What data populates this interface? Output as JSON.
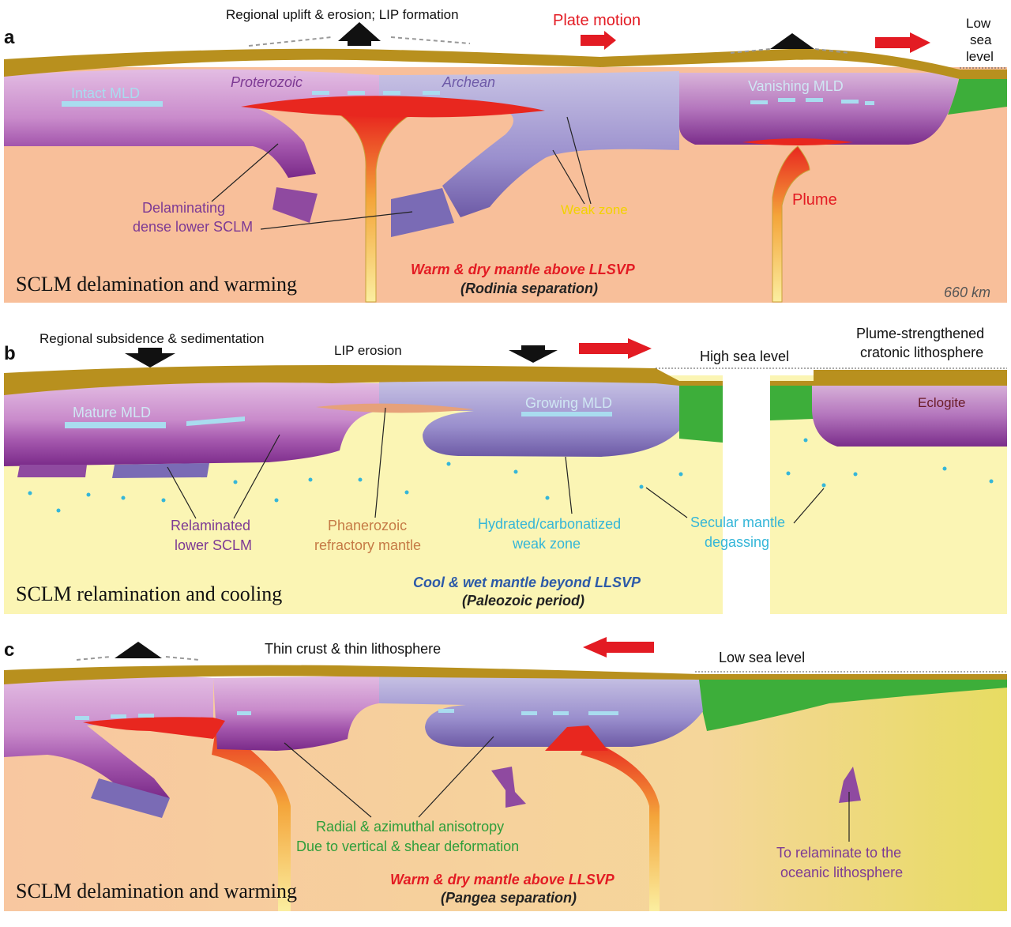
{
  "panel_a": {
    "letter": "a",
    "uplift_label": "Regional uplift & erosion; LIP formation",
    "plate_motion": "Plate motion",
    "low_sea_1": "Low",
    "low_sea_2": "sea",
    "low_sea_3": "level",
    "intact_mld": "Intact MLD",
    "proterozoic": "Proterozoic",
    "archean": "Archean",
    "vanishing_mld": "Vanishing MLD",
    "delaminating_1": "Delaminating",
    "delaminating_2": "dense lower SCLM",
    "weak_zone": "Weak zone",
    "plume": "Plume",
    "caption": "SCLM delamination and warming",
    "mantle_1": "Warm & dry mantle above LLSVP",
    "mantle_2": "(Rodinia separation)",
    "depth": "660 km"
  },
  "panel_b": {
    "letter": "b",
    "subsidence": "Regional  subsidence & sedimentation",
    "lip_erosion": "LIP erosion",
    "high_sea": "High sea level",
    "plume_strength_1": "Plume-strengthened",
    "plume_strength_2": "cratonic lithosphere",
    "mature_mld": "Mature MLD",
    "growing_mld": "Growing MLD",
    "eclogite": "Eclogite",
    "relaminated_1": "Relaminated",
    "relaminated_2": "lower SCLM",
    "phanerozoic_1": "Phanerozoic",
    "phanerozoic_2": "refractory mantle",
    "hydrated_1": "Hydrated/carbonatized",
    "hydrated_2": "weak zone",
    "secular_1": "Secular mantle",
    "secular_2": "degassing",
    "caption": "SCLM relamination and cooling",
    "mantle_1": "Cool & wet mantle beyond LLSVP",
    "mantle_2": "(Paleozoic period)"
  },
  "panel_c": {
    "letter": "c",
    "thin_crust": "Thin crust & thin lithosphere",
    "low_sea": "Low sea level",
    "radial_1": "Radial & azimuthal anisotropy",
    "radial_2": "Due to vertical & shear deformation",
    "relaminate_1": "To relaminate to the",
    "relaminate_2": "oceanic lithosphere",
    "caption": "SCLM delamination and warming",
    "mantle_1": "Warm & dry mantle above LLSVP",
    "mantle_2": "(Pangea separation)"
  },
  "colors": {
    "mantle_warm": "#f8bf9a",
    "mantle_cool": "#fbf5b4",
    "crust": "#b8901e",
    "upper_litho": "#d7a6d6",
    "mid_litho": "#b86fbb",
    "lower_litho": "#7c2a8a",
    "archean_light": "#b8b2db",
    "archean_dark": "#6e5aa8",
    "oceanic": "#3dae3a",
    "plume_red": "#e8271f",
    "mld": "#a9dcef",
    "arrow_red": "#e31b23",
    "label_purple": "#7d3a94",
    "label_blue": "#35b6d8",
    "label_green": "#2e9e3a",
    "label_yellow": "#f2d200",
    "label_orange": "#c57a45"
  }
}
